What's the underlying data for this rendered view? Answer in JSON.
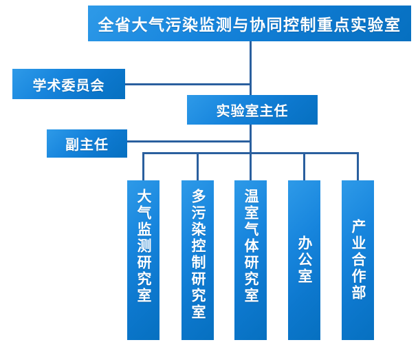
{
  "chart": {
    "type": "org-chart",
    "title": "全省大气污染监测与协同控制重点实验室",
    "colors": {
      "box_gradient_light": "#2e9ae8",
      "box_gradient_dark": "#0670c0",
      "connector_line": "#2a5f9e",
      "text": "#ffffff",
      "background": "#ffffff"
    }
  },
  "nodes": {
    "root": {
      "label": "全省大气污染监测与协同控制重点实验室",
      "level": 0
    },
    "committee": {
      "label": "学术委员会",
      "level": 1
    },
    "director": {
      "label": "实验室主任",
      "level": 1
    },
    "deputy": {
      "label": "副主任",
      "level": 2
    }
  },
  "departments": [
    {
      "label": "大气监测研究室"
    },
    {
      "label": "多污染控制研究室"
    },
    {
      "label": "温室气体研究室"
    },
    {
      "label": "办公室"
    },
    {
      "label": "产业合作部"
    }
  ]
}
